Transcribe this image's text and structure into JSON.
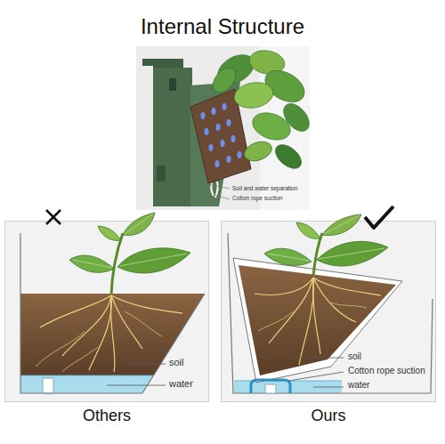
{
  "diagram": {
    "title": "Internal Structure",
    "nodes": [
      {
        "text": [
          "Soil and water separation",
          "Cotton rope suction"
        ]
      },
      {
        "text": [
          "soil",
          "water",
          "Others"
        ]
      },
      {
        "text": [
          "soil",
          "Cotton rope suction",
          "water",
          "Ours"
        ]
      }
    ]
  }
}
